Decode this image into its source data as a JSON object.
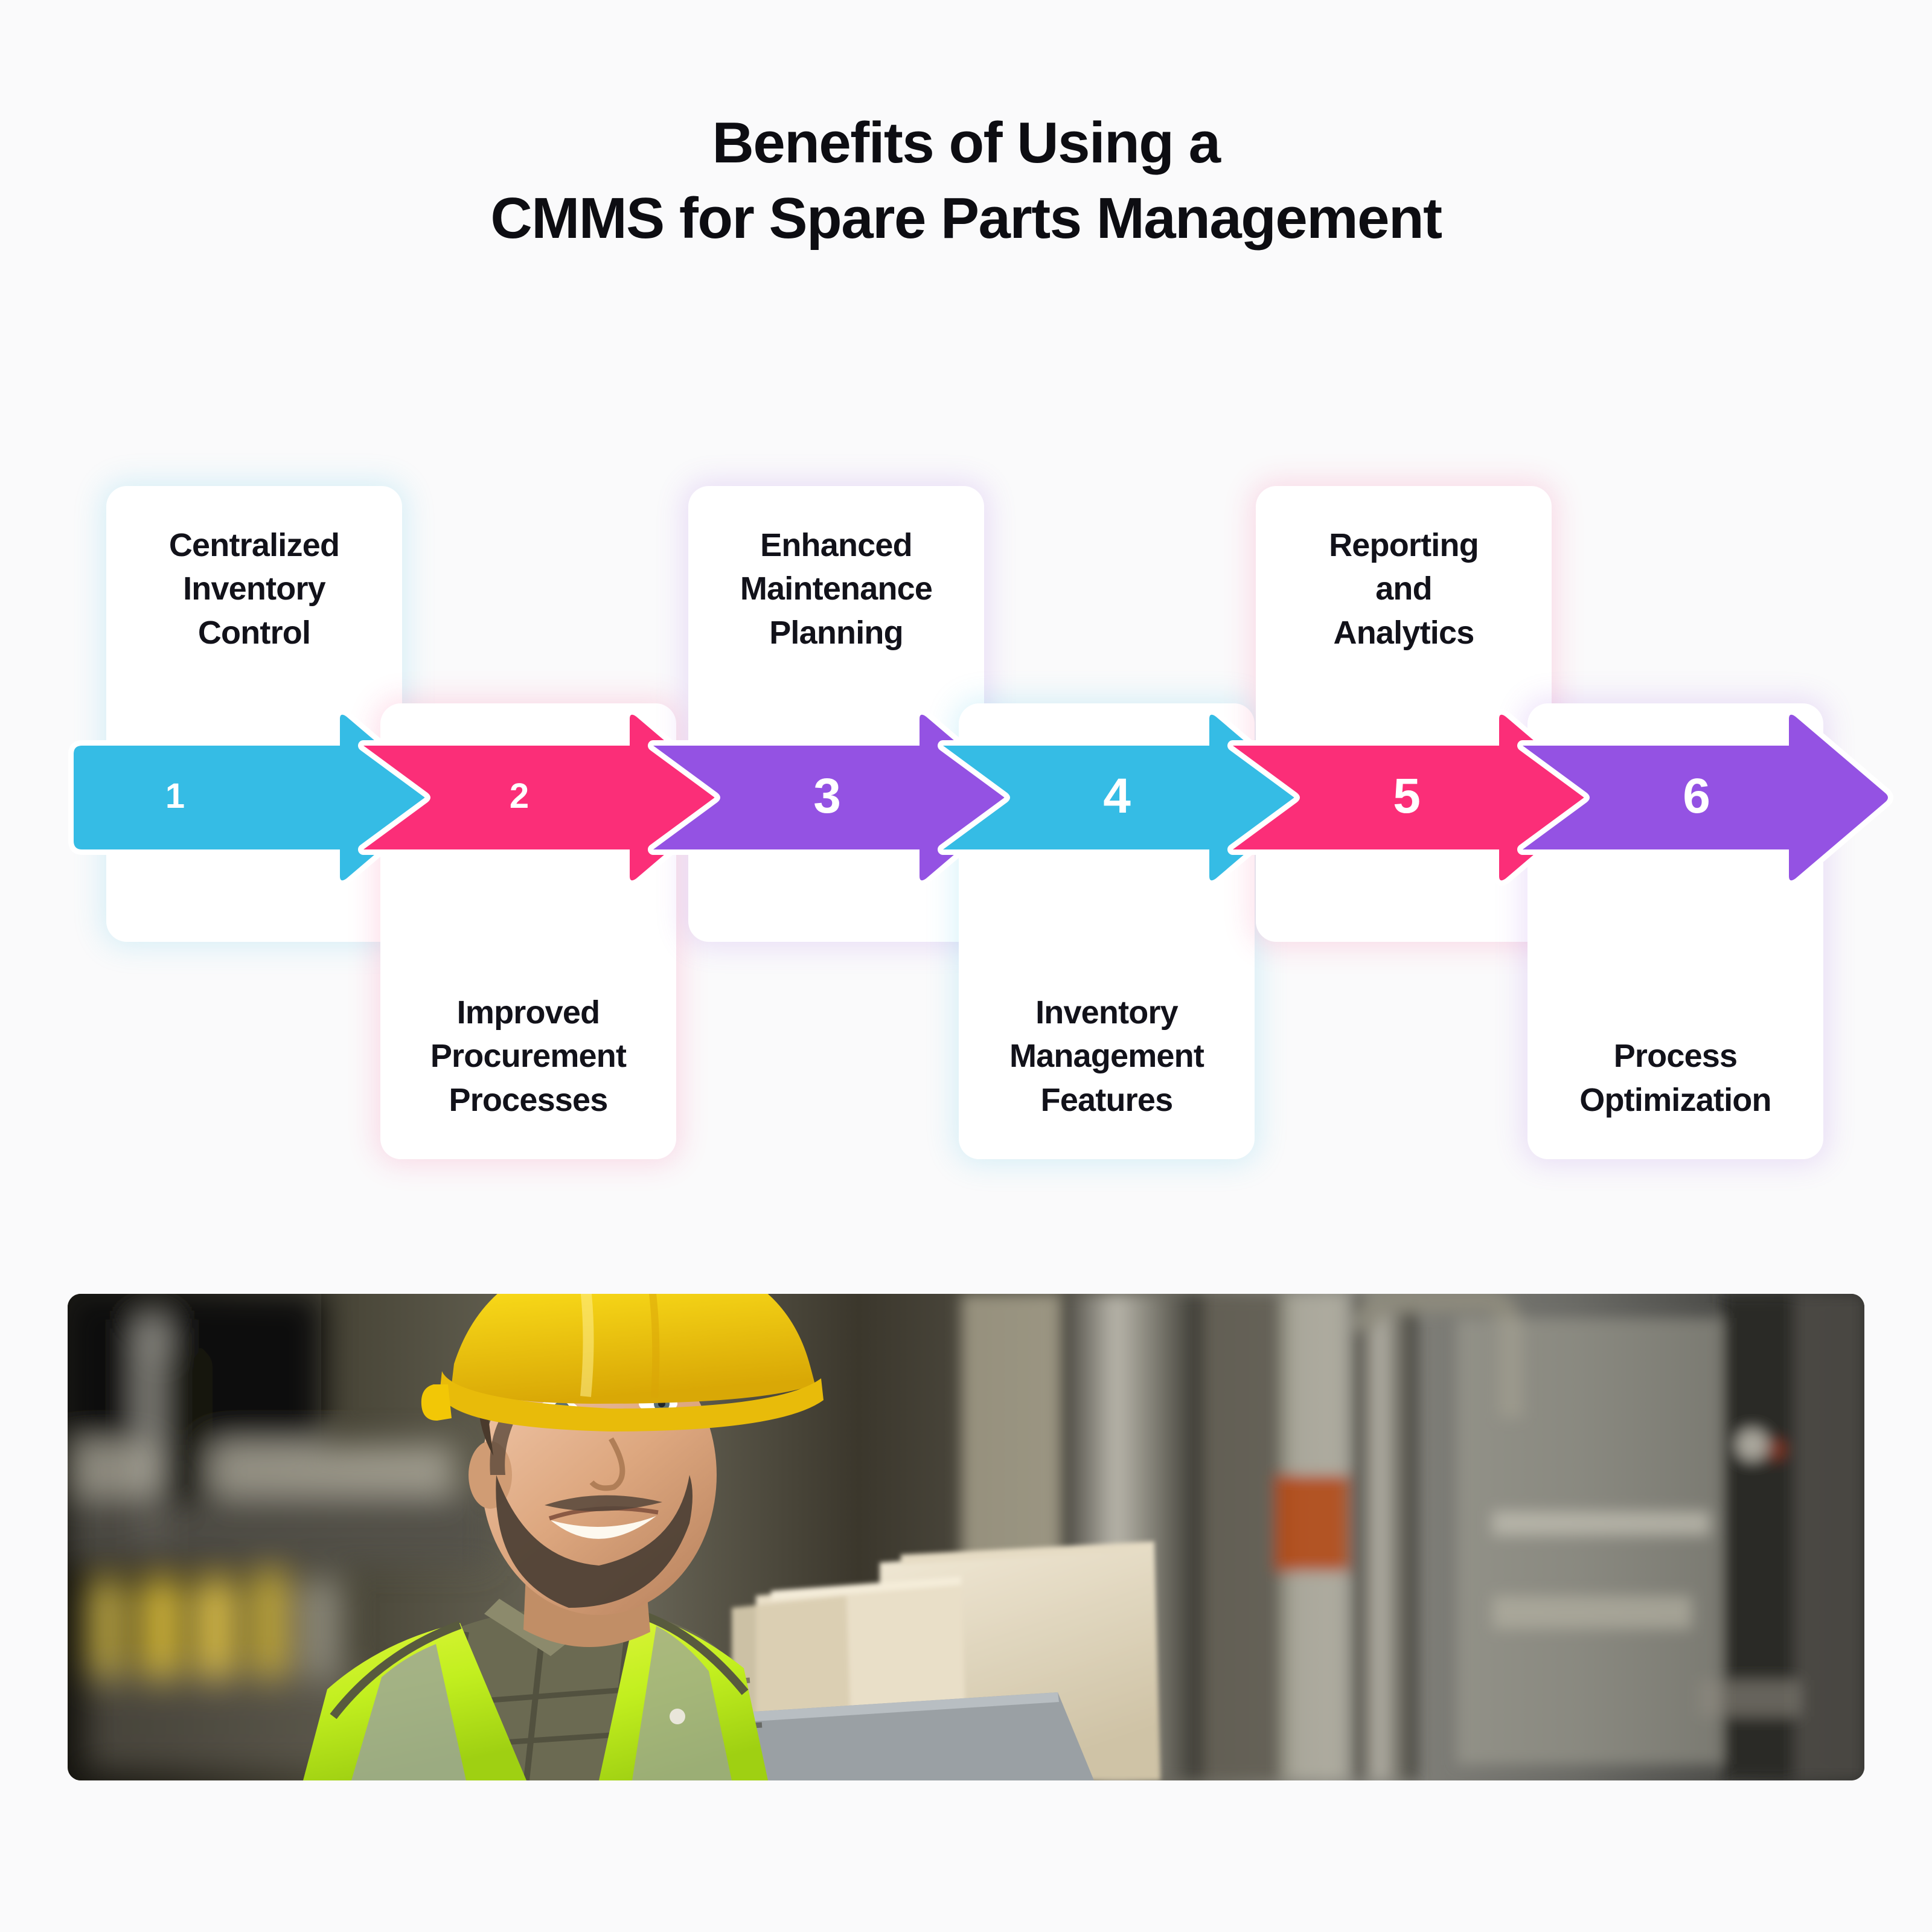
{
  "background_color": "#fafafb",
  "title": {
    "line1": "Benefits of Using a",
    "line2": "CMMS for Spare Parts Management"
  },
  "palette": {
    "cyan": "#35bce5",
    "pink": "#fb2e78",
    "purple": "#9452e3",
    "card_bg": "#ffffff",
    "text": "#12121a",
    "number_text": "#ffffff"
  },
  "steps": [
    {
      "number": "1",
      "label": "Centralized\nInventory\nControl",
      "color": "#35bce5",
      "color_name": "cyan",
      "card_position": "above"
    },
    {
      "number": "2",
      "label": "Improved\nProcurement\nProcesses",
      "color": "#fb2e78",
      "color_name": "pink",
      "card_position": "below"
    },
    {
      "number": "3",
      "label": "Enhanced\nMaintenance\nPlanning",
      "color": "#9452e3",
      "color_name": "purple",
      "card_position": "above"
    },
    {
      "number": "4",
      "label": "Inventory\nManagement\nFeatures",
      "color": "#35bce5",
      "color_name": "cyan",
      "card_position": "below"
    },
    {
      "number": "5",
      "label": "Reporting\nand\nAnalytics",
      "color": "#fb2e78",
      "color_name": "pink",
      "card_position": "above"
    },
    {
      "number": "6",
      "label": "Process\nOptimization",
      "color": "#9452e3",
      "color_name": "purple",
      "card_position": "below"
    }
  ],
  "photo": {
    "alt": "Smiling male industrial worker wearing a yellow hard hat and hi-visibility vest, holding a laptop in a blurred factory with pipes and cardboard boxes",
    "hard_hat_color": "#f2cc0b",
    "vest_color": "#c8f224"
  }
}
